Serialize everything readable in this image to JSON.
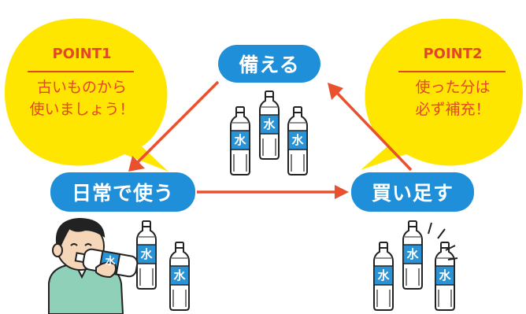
{
  "nodes": {
    "prepare": "備える",
    "daily_use": "日常で使う",
    "buy_more": "買い足す"
  },
  "point1": {
    "title": "POINT1",
    "line1": "古いものから",
    "line2": "使いましょう！"
  },
  "point2": {
    "title": "POINT2",
    "line1": "使った分は",
    "line2": "必ず補充！"
  },
  "bottle_label": "水",
  "colors": {
    "pill_blue": "#1e8fd8",
    "bubble_yellow": "#ffe600",
    "arrow_red": "#e8502f",
    "point_text": "#e4462a",
    "bottle_blue": "#2a93d5"
  }
}
